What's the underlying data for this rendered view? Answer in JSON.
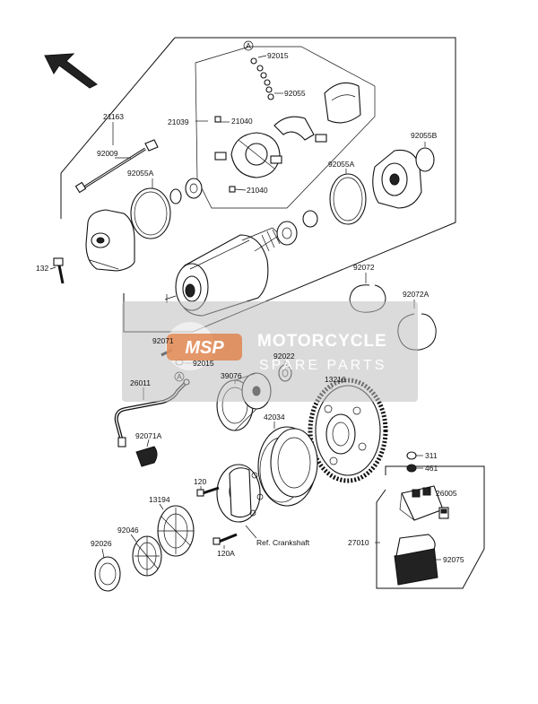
{
  "diagram": {
    "labels": {
      "p21163": "21163",
      "p21039": "21039",
      "p21040a": "21040",
      "p21040b": "21040",
      "p92015a": "92015",
      "p92055": "92055",
      "p92055b": "92055B",
      "p92055a_left": "92055A",
      "p92055a_right": "92055A",
      "p92009": "92009",
      "p132": "132",
      "p92072": "92072",
      "p92072a": "92072A",
      "p92071": "92071",
      "p92015b": "92015",
      "p92022": "92022",
      "p26011": "26011",
      "p39076": "39076",
      "p13216": "13216",
      "p42034": "42034",
      "p92071a": "92071A",
      "p120": "120",
      "p120a": "120A",
      "p13194": "13194",
      "p92046": "92046",
      "p92026": "92026",
      "p311": "311",
      "p461": "461",
      "p26005": "26005",
      "p27010": "27010",
      "p92075": "92075",
      "ref_crankshaft": "Ref. Crankshaft",
      "marker_a1": "A",
      "marker_a2": "A"
    },
    "watermark": {
      "logo": "MSP",
      "title": "MOTORCYCLE",
      "subtitle": "SPARE PARTS"
    }
  }
}
